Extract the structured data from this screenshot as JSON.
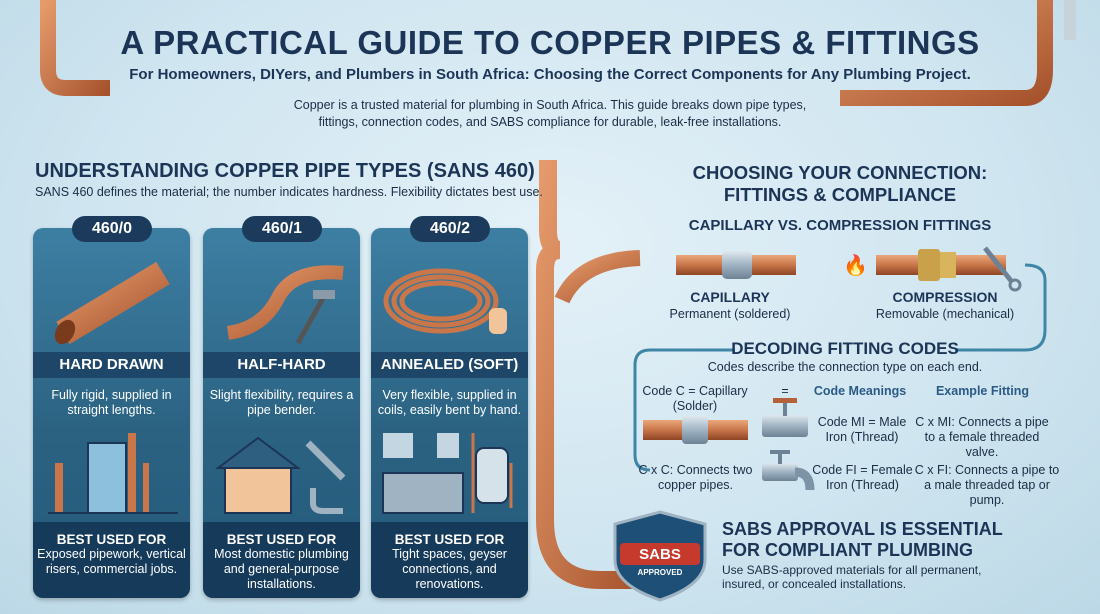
{
  "header": {
    "title": "A PRACTICAL GUIDE TO COPPER PIPES & FITTINGS",
    "subtitle": "For Homeowners, DIYers, and Plumbers in South Africa: Choosing the Correct Components for Any Plumbing Project.",
    "intro": "Copper is a trusted material for plumbing in South Africa. This guide breaks down pipe types, fittings, connection codes, and SABS compliance for durable, leak-free installations."
  },
  "pipe_types": {
    "heading": "UNDERSTANDING COPPER PIPE TYPES (SANS 460)",
    "subtext": "SANS 460 defines the material; the number indicates hardness. Flexibility dictates best use.",
    "cards": [
      {
        "code": "460/0",
        "name": "HARD DRAWN",
        "description": "Fully rigid, supplied in straight lengths.",
        "best_label": "BEST USED FOR",
        "best_use": "Exposed pipework, vertical risers, commercial jobs."
      },
      {
        "code": "460/1",
        "name": "HALF-HARD",
        "description": "Slight flexibility, requires a pipe bender.",
        "best_label": "BEST USED FOR",
        "best_use": "Most domestic plumbing and general-purpose installations."
      },
      {
        "code": "460/2",
        "name": "ANNEALED (SOFT)",
        "description": "Very flexible, supplied in coils, easily bent by hand.",
        "best_label": "BEST USED FOR",
        "best_use": "Tight spaces, geyser connections, and renovations."
      }
    ]
  },
  "connection": {
    "heading_line1": "CHOOSING YOUR CONNECTION:",
    "heading_line2": "FITTINGS & COMPLIANCE",
    "subheading": "CAPILLARY VS. COMPRESSION FITTINGS",
    "capillary": {
      "label": "CAPILLARY",
      "desc": "Permanent (soldered)"
    },
    "compression": {
      "label": "COMPRESSION",
      "desc": "Removable (mechanical)"
    }
  },
  "codes": {
    "heading": "DECODING FITTING CODES",
    "subtext": "Codes describe the connection type on each end.",
    "code_c": "Code C = Capillary (Solder)",
    "equals": "=",
    "col_meanings": "Code Meanings",
    "col_example": "Example Fitting",
    "mi_meaning": "Code MI = Male Iron (Thread)",
    "mi_example": "C x MI: Connects a pipe to a female threaded valve.",
    "cxc": "C x C: Connects two copper pipes.",
    "fi_meaning": "Code FI = Female Iron (Thread)",
    "fi_example": "C x FI: Connects a pipe to a male threaded tap or pump."
  },
  "sabs": {
    "badge_text": "SABS",
    "badge_sub": "APPROVED",
    "heading_line1": "SABS APPROVAL IS ESSENTIAL",
    "heading_line2": "FOR COMPLIANT PLUMBING",
    "body": "Use SABS-approved materials for all permanent, insured, or concealed installations."
  },
  "colors": {
    "navy": "#1c3557",
    "copper": "#c9764a",
    "card": "#2b6282",
    "card_dark": "#163a5a",
    "background": "#d6eaf3"
  },
  "icons": [
    "copper-pipe-icon",
    "bent-pipe-hammer-icon",
    "pipe-coil-hand-icon",
    "building-icon",
    "house-wrench-icon",
    "kitchen-geyser-icon",
    "flame-icon",
    "wrench-icon",
    "valve-icon",
    "tap-icon",
    "sabs-shield-icon"
  ]
}
